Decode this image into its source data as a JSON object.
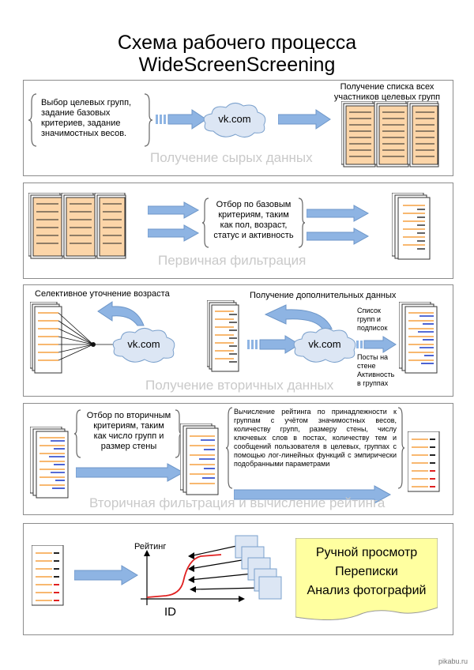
{
  "title": {
    "line1": "Схема рабочего процесса",
    "line2": "WideScreenScreening"
  },
  "stages": {
    "s1": "Получение сырых данных",
    "s2": "Первичная фильтрация",
    "s3": "Получение вторичных данных",
    "s4": "Вторичная фильтрация и вычисление рейтинга"
  },
  "cloud_label": "vk.com",
  "panel1": {
    "input": [
      "Выбор целевых групп,",
      "задание базовых",
      "критериев, задание",
      "значимостных весов."
    ],
    "result": [
      "Получение списка всех",
      "участников целевых групп"
    ]
  },
  "panel2": {
    "filter": [
      "Отбор по базовым",
      "критериям, таким",
      "как пол, возраст,",
      "статус и активность"
    ]
  },
  "panel3": {
    "left_caption": "Селективное уточнение возраста",
    "right_caption": "Получение дополнительных данных",
    "side_notes": [
      "Список",
      "групп и",
      "подписок",
      "Посты на",
      "стене",
      "Активность",
      "в группах"
    ]
  },
  "panel4": {
    "filter": [
      "Отбор по вторичным",
      "критериям, таким",
      "как число групп и",
      "размер стены"
    ],
    "rating": "Вычисление рейтинга по принадлежности к группам с учётом значимостных весов, количеству групп, размеру стены, числу ключевых слов в постах, количеству тем и сообщений пользователя в целевых, группах с помощью лог-линейных функций с эмпирически подобранными параметрами"
  },
  "panel5": {
    "axis_y": "Рейтинг",
    "axis_x": "ID",
    "manual": [
      "Ручной просмотр",
      "Переписки",
      "Анализ фотографий"
    ]
  },
  "watermark": "pikabu.ru",
  "colors": {
    "stage_text": "#c9c9c9",
    "arrow": "#8eb4e3",
    "cloud": "#dce6f4",
    "note": "#ffffa0",
    "orange_row": "#f6a040",
    "blue_row": "#1f3cc8",
    "curve": "#e02020"
  }
}
